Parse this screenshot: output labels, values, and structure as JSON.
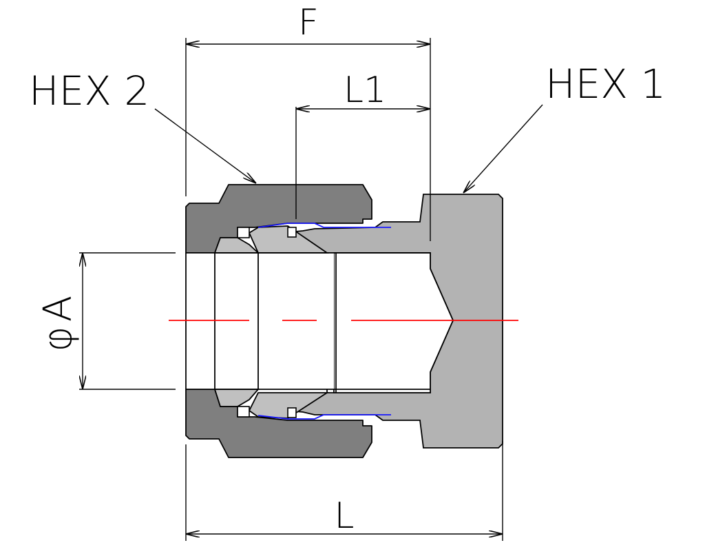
{
  "labels": {
    "f": "F",
    "l1": "L1",
    "hex2": "HEX 2",
    "hex1": "HEX 1",
    "phi": "φ",
    "a": "A",
    "l": "L"
  },
  "colors": {
    "nut": "#7f7f7f",
    "body": "#b3b3b3",
    "ferrule": "#c0c0c0",
    "outline": "#000000",
    "centerline": "#ff0000",
    "contact_line": "#1a1aff",
    "background": "#ffffff"
  }
}
